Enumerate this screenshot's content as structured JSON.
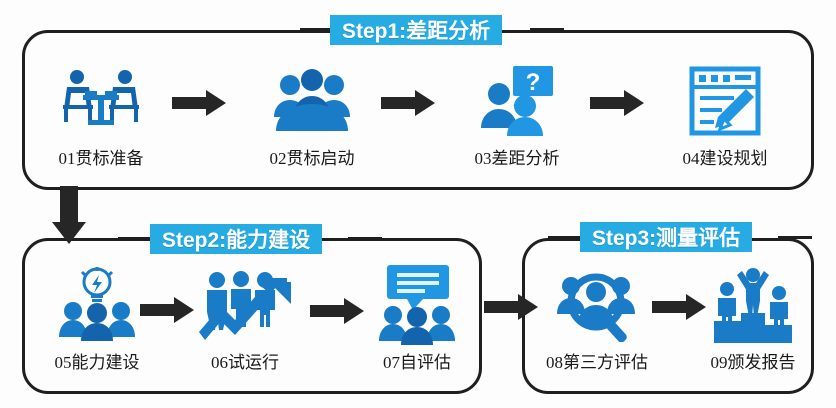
{
  "diagram": {
    "title_sequence": [
      "Step1",
      "Step2",
      "Step3"
    ],
    "accent_color": "#27abe3",
    "icon_color": "#1a7cc6",
    "outline_color": "#1f1f1f",
    "background": "#fdfdfd"
  },
  "steps": [
    {
      "id": "step1",
      "banner": "Step1:差距分析",
      "items": [
        {
          "number": "01",
          "label": "01贯标准备",
          "icon": "two-people-at-table-icon"
        },
        {
          "number": "02",
          "label": "02贯标启动",
          "icon": "group-of-people-icon"
        },
        {
          "number": "03",
          "label": "03差距分析",
          "icon": "people-question-bubble-icon"
        },
        {
          "number": "04",
          "label": "04建设规划",
          "icon": "document-pencil-icon"
        }
      ]
    },
    {
      "id": "step2",
      "banner": "Step2:能力建设",
      "items": [
        {
          "number": "05",
          "label": "05能力建设",
          "icon": "lightbulb-people-icon"
        },
        {
          "number": "06",
          "label": "06试运行",
          "icon": "people-growth-arrow-icon"
        },
        {
          "number": "07",
          "label": "07自评估",
          "icon": "speech-bubble-people-icon"
        }
      ]
    },
    {
      "id": "step3",
      "banner": "Step3:测量评估",
      "items": [
        {
          "number": "08",
          "label": "08第三方评估",
          "icon": "magnifier-people-icon"
        },
        {
          "number": "09",
          "label": "09颁发报告",
          "icon": "podium-winners-icon"
        }
      ]
    }
  ],
  "connectors": [
    {
      "name": "arrow-01-to-02",
      "direction": "right"
    },
    {
      "name": "arrow-02-to-03",
      "direction": "right"
    },
    {
      "name": "arrow-03-to-04",
      "direction": "right"
    },
    {
      "name": "arrow-step1-to-step2",
      "direction": "down"
    },
    {
      "name": "arrow-05-to-06",
      "direction": "right"
    },
    {
      "name": "arrow-06-to-07",
      "direction": "right"
    },
    {
      "name": "arrow-step2-to-step3",
      "direction": "right"
    },
    {
      "name": "arrow-08-to-09",
      "direction": "right"
    }
  ]
}
